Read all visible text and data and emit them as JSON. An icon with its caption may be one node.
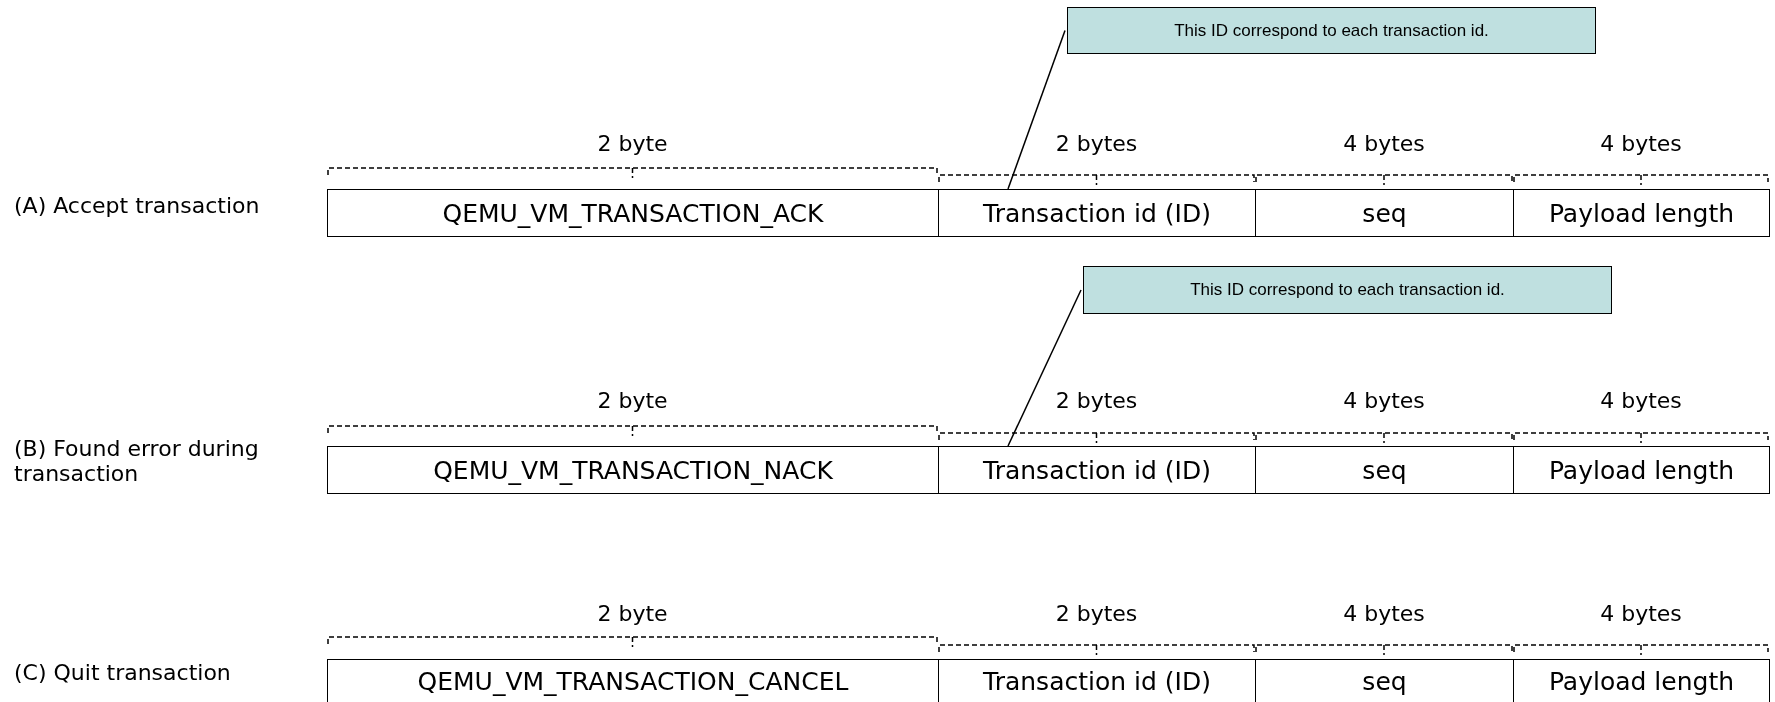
{
  "diagram": {
    "nodes": [
      {
        "text": [
          "This ID correspond to each transaction id."
        ]
      },
      {
        "text": [
          "QEMU_VM_TRANSACTION_ACK"
        ]
      },
      {
        "text": [
          "Transaction id (ID)"
        ]
      },
      {
        "text": [
          "seq"
        ]
      },
      {
        "text": [
          "Payload length"
        ]
      },
      {
        "text": [
          "This ID correspond to each transaction id."
        ]
      },
      {
        "text": [
          "QEMU_VM_TRANSACTION_NACK"
        ]
      },
      {
        "text": [
          "Transaction id (ID)"
        ]
      },
      {
        "text": [
          "seq"
        ]
      },
      {
        "text": [
          "Payload length"
        ]
      },
      {
        "text": [
          "QEMU_VM_TRANSACTION_CANCEL"
        ]
      },
      {
        "text": [
          "Transaction id (ID)"
        ]
      },
      {
        "text": [
          "seq"
        ]
      },
      {
        "text": [
          "Payload length"
        ]
      }
    ],
    "edges": [
      {
        "from": 0,
        "to": 2,
        "arrow": "none"
      },
      {
        "from": 5,
        "to": 7,
        "arrow": "none"
      }
    ],
    "labels": [
      "2 byte",
      "2 bytes",
      "4 bytes",
      "4 bytes",
      "(A) Accept transaction",
      "2 byte",
      "2 bytes",
      "4 bytes",
      "4 bytes",
      "(B) Found error during transaction",
      "2 byte",
      "2 bytes",
      "4 bytes",
      "4 bytes",
      "(C) Quit transaction"
    ]
  }
}
